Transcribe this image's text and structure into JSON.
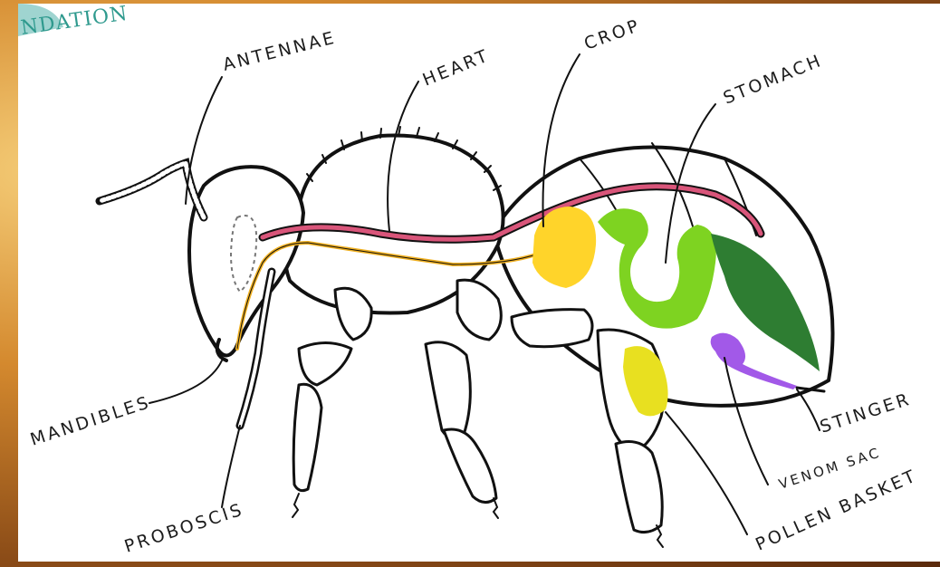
{
  "logo_text": "NDATION",
  "labels": {
    "antennae": "ANTENNAE",
    "heart": "HEART",
    "crop": "CROP",
    "stomach": "STOMACH",
    "mandibles": "MANDIBLES",
    "proboscis": "PROBOSCIS",
    "stinger": "STINGER",
    "venom_sac": "VENOM SAC",
    "pollen_basket": "POLLEN BASKET"
  },
  "colors": {
    "heart": "#d9557a",
    "crop": "#ffd42a",
    "stomach": "#7ed321",
    "intestine": "#2e7d32",
    "venom_sac": "#a259e8",
    "pollen": "#e8e020",
    "nerve": "#f0b020"
  }
}
